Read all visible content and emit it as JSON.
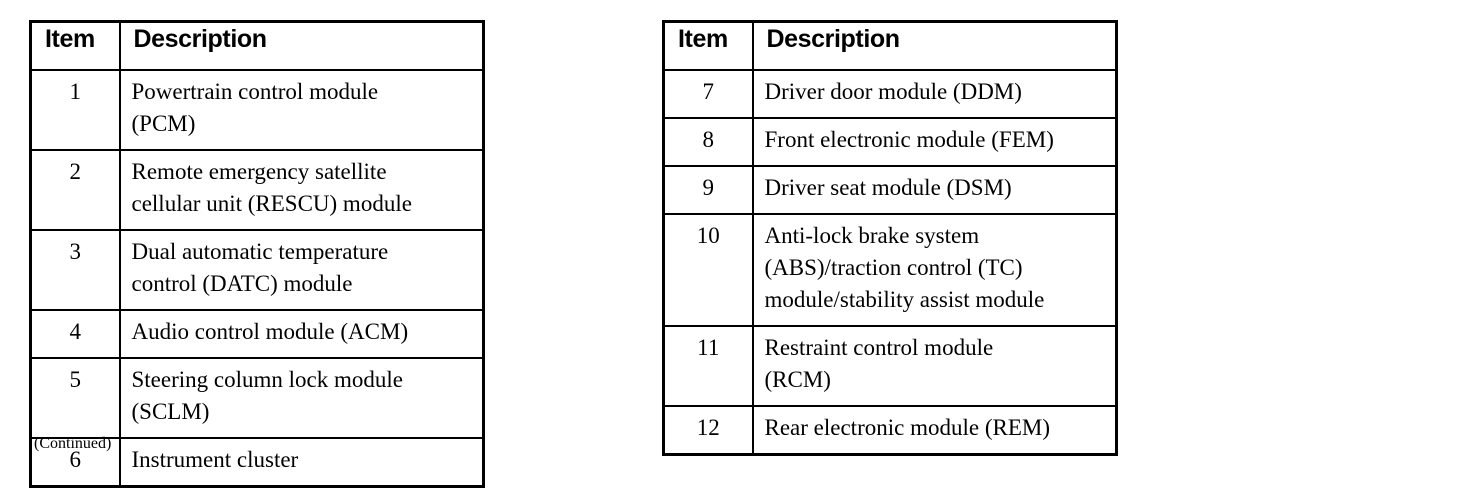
{
  "document": {
    "caption": "(Continued)"
  },
  "tables": [
    {
      "id": "left",
      "columns": {
        "item": "Item",
        "description": "Description"
      },
      "rows": [
        {
          "item": "1",
          "lines": [
            "Powertrain control module",
            "(PCM)"
          ]
        },
        {
          "item": "2",
          "lines": [
            "Remote emergency satellite",
            "cellular unit (RESCU) module"
          ]
        },
        {
          "item": "3",
          "lines": [
            "Dual automatic temperature",
            "control (DATC) module"
          ]
        },
        {
          "item": "4",
          "lines": [
            "Audio control module (ACM)"
          ]
        },
        {
          "item": "5",
          "lines": [
            "Steering column lock module",
            "(SCLM)"
          ]
        },
        {
          "item": "6",
          "lines": [
            "Instrument cluster"
          ]
        }
      ]
    },
    {
      "id": "right",
      "columns": {
        "item": "Item",
        "description": "Description"
      },
      "rows": [
        {
          "item": "7",
          "lines": [
            "Driver door module (DDM)"
          ]
        },
        {
          "item": "8",
          "lines": [
            "Front electronic module (FEM)"
          ]
        },
        {
          "item": "9",
          "lines": [
            "Driver seat module (DSM)"
          ]
        },
        {
          "item": "10",
          "lines": [
            "Anti-lock brake system",
            "(ABS)/traction control (TC)",
            "module/stability assist module"
          ]
        },
        {
          "item": "11",
          "lines": [
            "Restraint control module",
            "(RCM)"
          ]
        },
        {
          "item": "12",
          "lines": [
            "Rear electronic module (REM)"
          ]
        }
      ]
    }
  ]
}
